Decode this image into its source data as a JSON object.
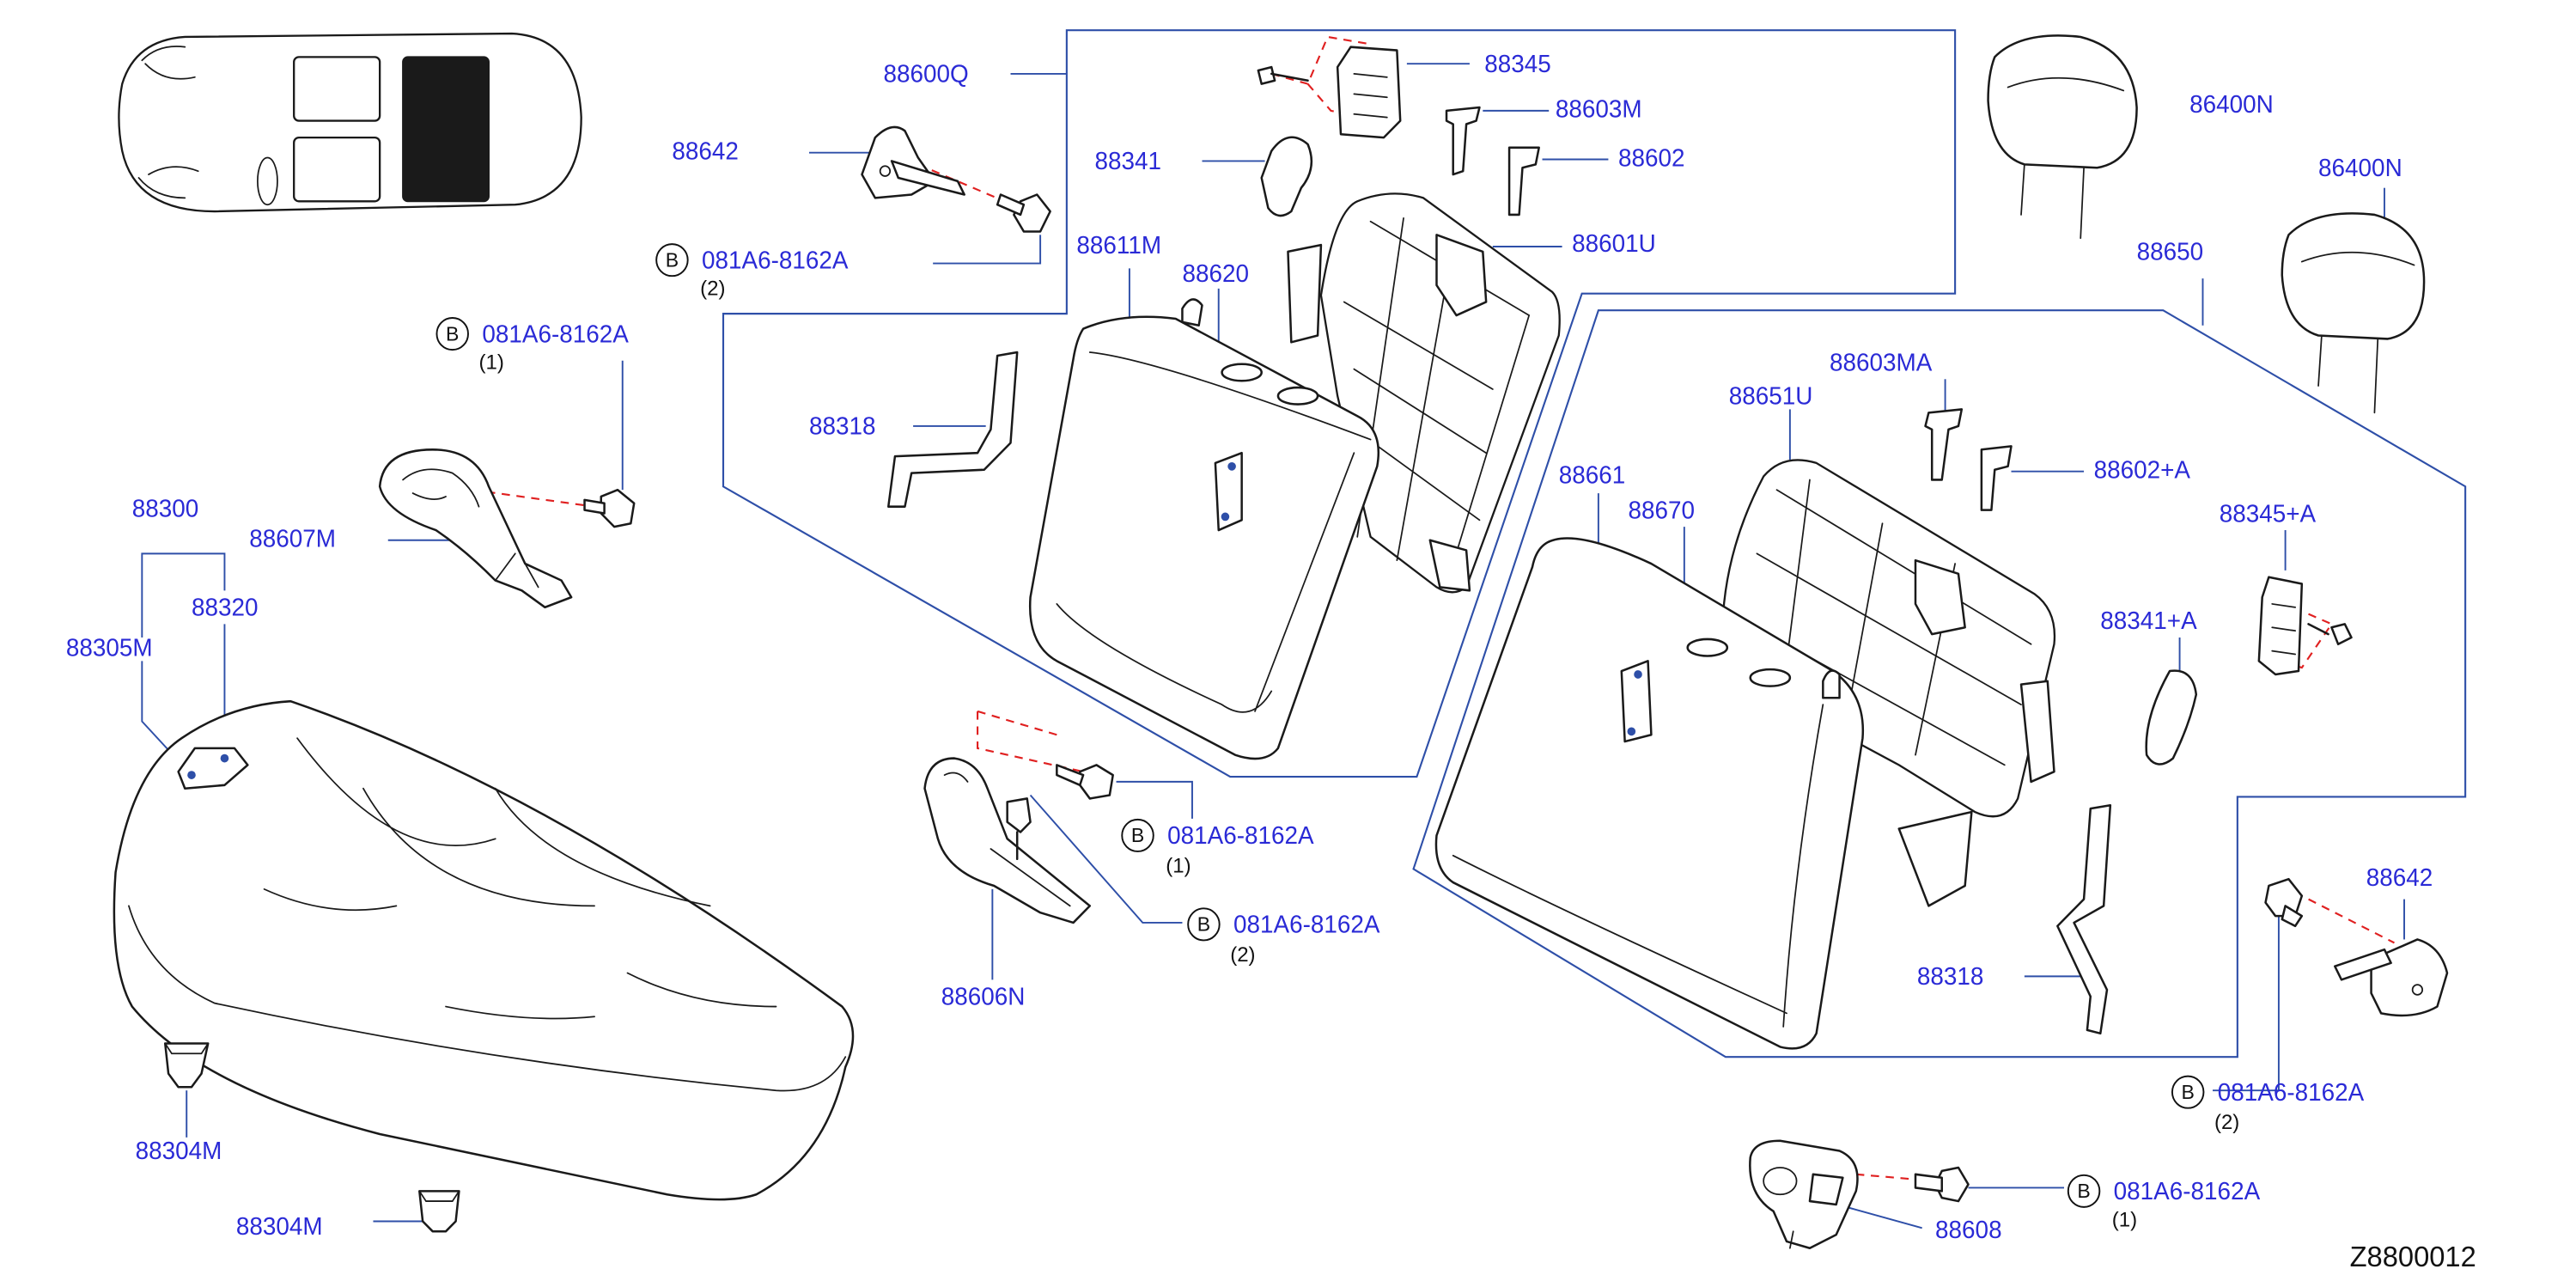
{
  "diagram_code": "Z8800012",
  "bolt_badge": "B",
  "parts": {
    "p88600Q": "88600Q",
    "p88642_left": "88642",
    "bolt_left_top": "081A6-8162A",
    "bolt_left_top_qty": "(2)",
    "bolt_mid_left": "081A6-8162A",
    "bolt_mid_left_qty": "(1)",
    "p88607M": "88607M",
    "p88300": "88300",
    "p88320": "88320",
    "p88305M": "88305M",
    "p88304M_a": "88304M",
    "p88304M_b": "88304M",
    "p88318_left": "88318",
    "p88341": "88341",
    "p88345": "88345",
    "p88603M": "88603M",
    "p88602": "88602",
    "p88601U": "88601U",
    "p88611M": "88611M",
    "p88620": "88620",
    "bolt_center_1": "081A6-8162A",
    "bolt_center_1_qty": "(1)",
    "bolt_center_2": "081A6-8162A",
    "bolt_center_2_qty": "(2)",
    "p88606N": "88606N",
    "p86400N_a": "86400N",
    "p86400N_b": "86400N",
    "p88650": "88650",
    "p88603MA": "88603MA",
    "p88651U": "88651U",
    "p88602A": "88602+A",
    "p88661": "88661",
    "p88670": "88670",
    "p88345A": "88345+A",
    "p88341A": "88341+A",
    "p88318_right": "88318",
    "p88642_right": "88642",
    "bolt_right_1": "081A6-8162A",
    "bolt_right_1_qty": "(2)",
    "bolt_right_2": "081A6-8162A",
    "bolt_right_2_qty": "(1)",
    "p88608": "88608"
  }
}
